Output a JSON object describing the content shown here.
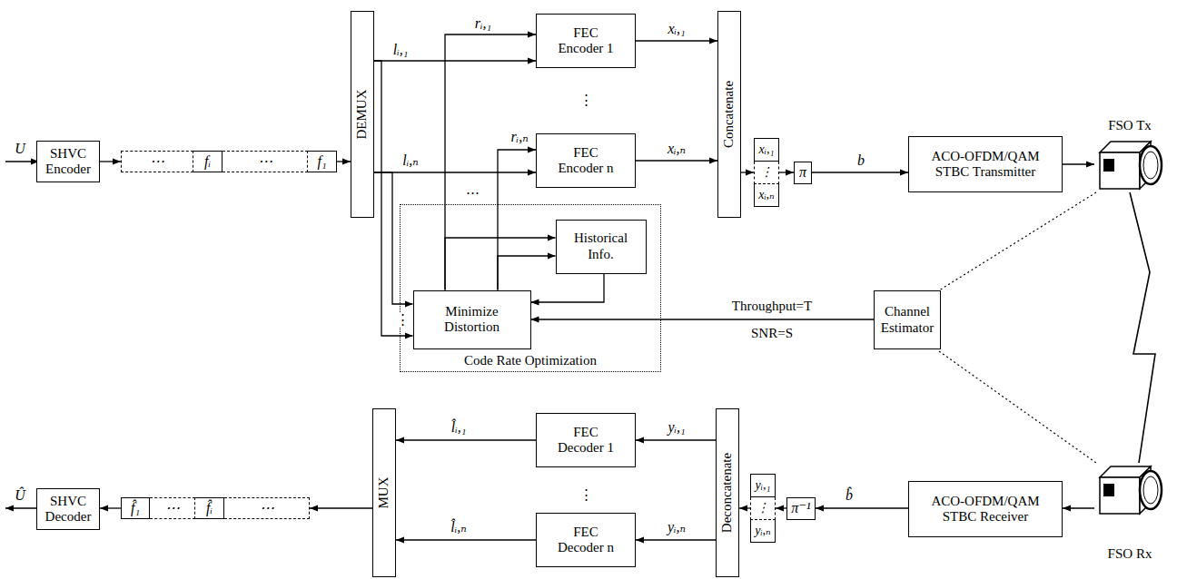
{
  "diagram": {
    "nodes": [
      {
        "text": [
          "SHVC Encoder"
        ]
      },
      {
        "text": [
          "⋯",
          "fᵢ",
          "⋯",
          "f₁"
        ]
      },
      {
        "text": [
          "DEMUX"
        ]
      },
      {
        "text": [
          "FEC Encoder 1"
        ]
      },
      {
        "text": [
          "FEC Encoder n"
        ]
      },
      {
        "text": [
          "Concatenate"
        ]
      },
      {
        "text": [
          "xᵢ,₁",
          "⋮",
          "xᵢ,ₙ"
        ]
      },
      {
        "text": [
          "π"
        ]
      },
      {
        "text": [
          "ACO-OFDM/QAM STBC Transmitter"
        ]
      },
      {
        "text": [
          "FSO Tx"
        ]
      },
      {
        "text": [
          "Code Rate Optimization"
        ]
      },
      {
        "text": [
          "Historical Info."
        ],
        "in": 10
      },
      {
        "text": [
          "Minimize Distortion"
        ],
        "in": 10
      },
      {
        "text": [
          "Channel Estimator"
        ]
      },
      {
        "text": [
          "FSO Rx"
        ]
      },
      {
        "text": [
          "ACO-OFDM/QAM STBC Receiver"
        ]
      },
      {
        "text": [
          "π⁻¹"
        ]
      },
      {
        "text": [
          "yᵢ,₁",
          "⋮",
          "yᵢ,ₙ"
        ]
      },
      {
        "text": [
          "Deconcatenate"
        ]
      },
      {
        "text": [
          "FEC Decoder 1"
        ]
      },
      {
        "text": [
          "FEC Decoder n"
        ]
      },
      {
        "text": [
          "MUX"
        ]
      },
      {
        "text": [
          "f̂₁",
          "⋯",
          "f̂ᵢ",
          "⋯"
        ]
      },
      {
        "text": [
          "SHVC Decoder"
        ]
      }
    ],
    "edges": [
      {
        "from": 0,
        "to": 1,
        "arrow": "to"
      },
      {
        "from": 1,
        "to": 2,
        "arrow": "to"
      },
      {
        "from": 2,
        "to": 3,
        "arrow": "to",
        "label": "lᵢ,₁"
      },
      {
        "from": 2,
        "to": 12,
        "arrow": "to"
      },
      {
        "from": 2,
        "to": 4,
        "arrow": "to",
        "label": "lᵢ,ₙ"
      },
      {
        "from": 2,
        "to": 12,
        "arrow": "to"
      },
      {
        "from": 12,
        "to": 3,
        "arrow": "to",
        "label": "rᵢ,₁"
      },
      {
        "from": 12,
        "to": 11,
        "arrow": "to"
      },
      {
        "from": 12,
        "to": 4,
        "arrow": "to",
        "label": "rᵢ,ₙ"
      },
      {
        "from": 12,
        "to": 11,
        "arrow": "to"
      },
      {
        "from": 11,
        "to": 12,
        "arrow": "to"
      },
      {
        "from": 3,
        "to": 5,
        "arrow": "to",
        "label": "xᵢ,₁"
      },
      {
        "from": 4,
        "to": 5,
        "arrow": "to",
        "label": "xᵢ,ₙ"
      },
      {
        "from": 5,
        "to": 6,
        "arrow": "to"
      },
      {
        "from": 6,
        "to": 7,
        "arrow": "to"
      },
      {
        "from": 7,
        "to": 8,
        "arrow": "to",
        "label": "b"
      },
      {
        "from": 8,
        "to": 9,
        "arrow": "to"
      },
      {
        "from": 9,
        "to": 14,
        "arrow": "none"
      },
      {
        "from": 13,
        "to": 12,
        "arrow": "to",
        "label": "Throughput=T"
      },
      {
        "from": 14,
        "to": 15,
        "arrow": "to"
      },
      {
        "from": 15,
        "to": 16,
        "arrow": "to",
        "label": "b̂"
      },
      {
        "from": 16,
        "to": 17,
        "arrow": "to"
      },
      {
        "from": 17,
        "to": 18,
        "arrow": "to"
      },
      {
        "from": 18,
        "to": 19,
        "arrow": "to",
        "label": "yᵢ,₁"
      },
      {
        "from": 18,
        "to": 20,
        "arrow": "to",
        "label": "yᵢ,ₙ"
      },
      {
        "from": 19,
        "to": 21,
        "arrow": "to",
        "label": "l̂ᵢ,₁"
      },
      {
        "from": 20,
        "to": 21,
        "arrow": "to",
        "label": "l̂ᵢ,ₙ"
      },
      {
        "from": 21,
        "to": 22,
        "arrow": "to"
      },
      {
        "from": 22,
        "to": 23,
        "arrow": "to"
      }
    ],
    "labels": [
      "U",
      "⋮",
      "⋮",
      "⋯",
      "SNR=S",
      "⋮",
      "Û"
    ]
  }
}
